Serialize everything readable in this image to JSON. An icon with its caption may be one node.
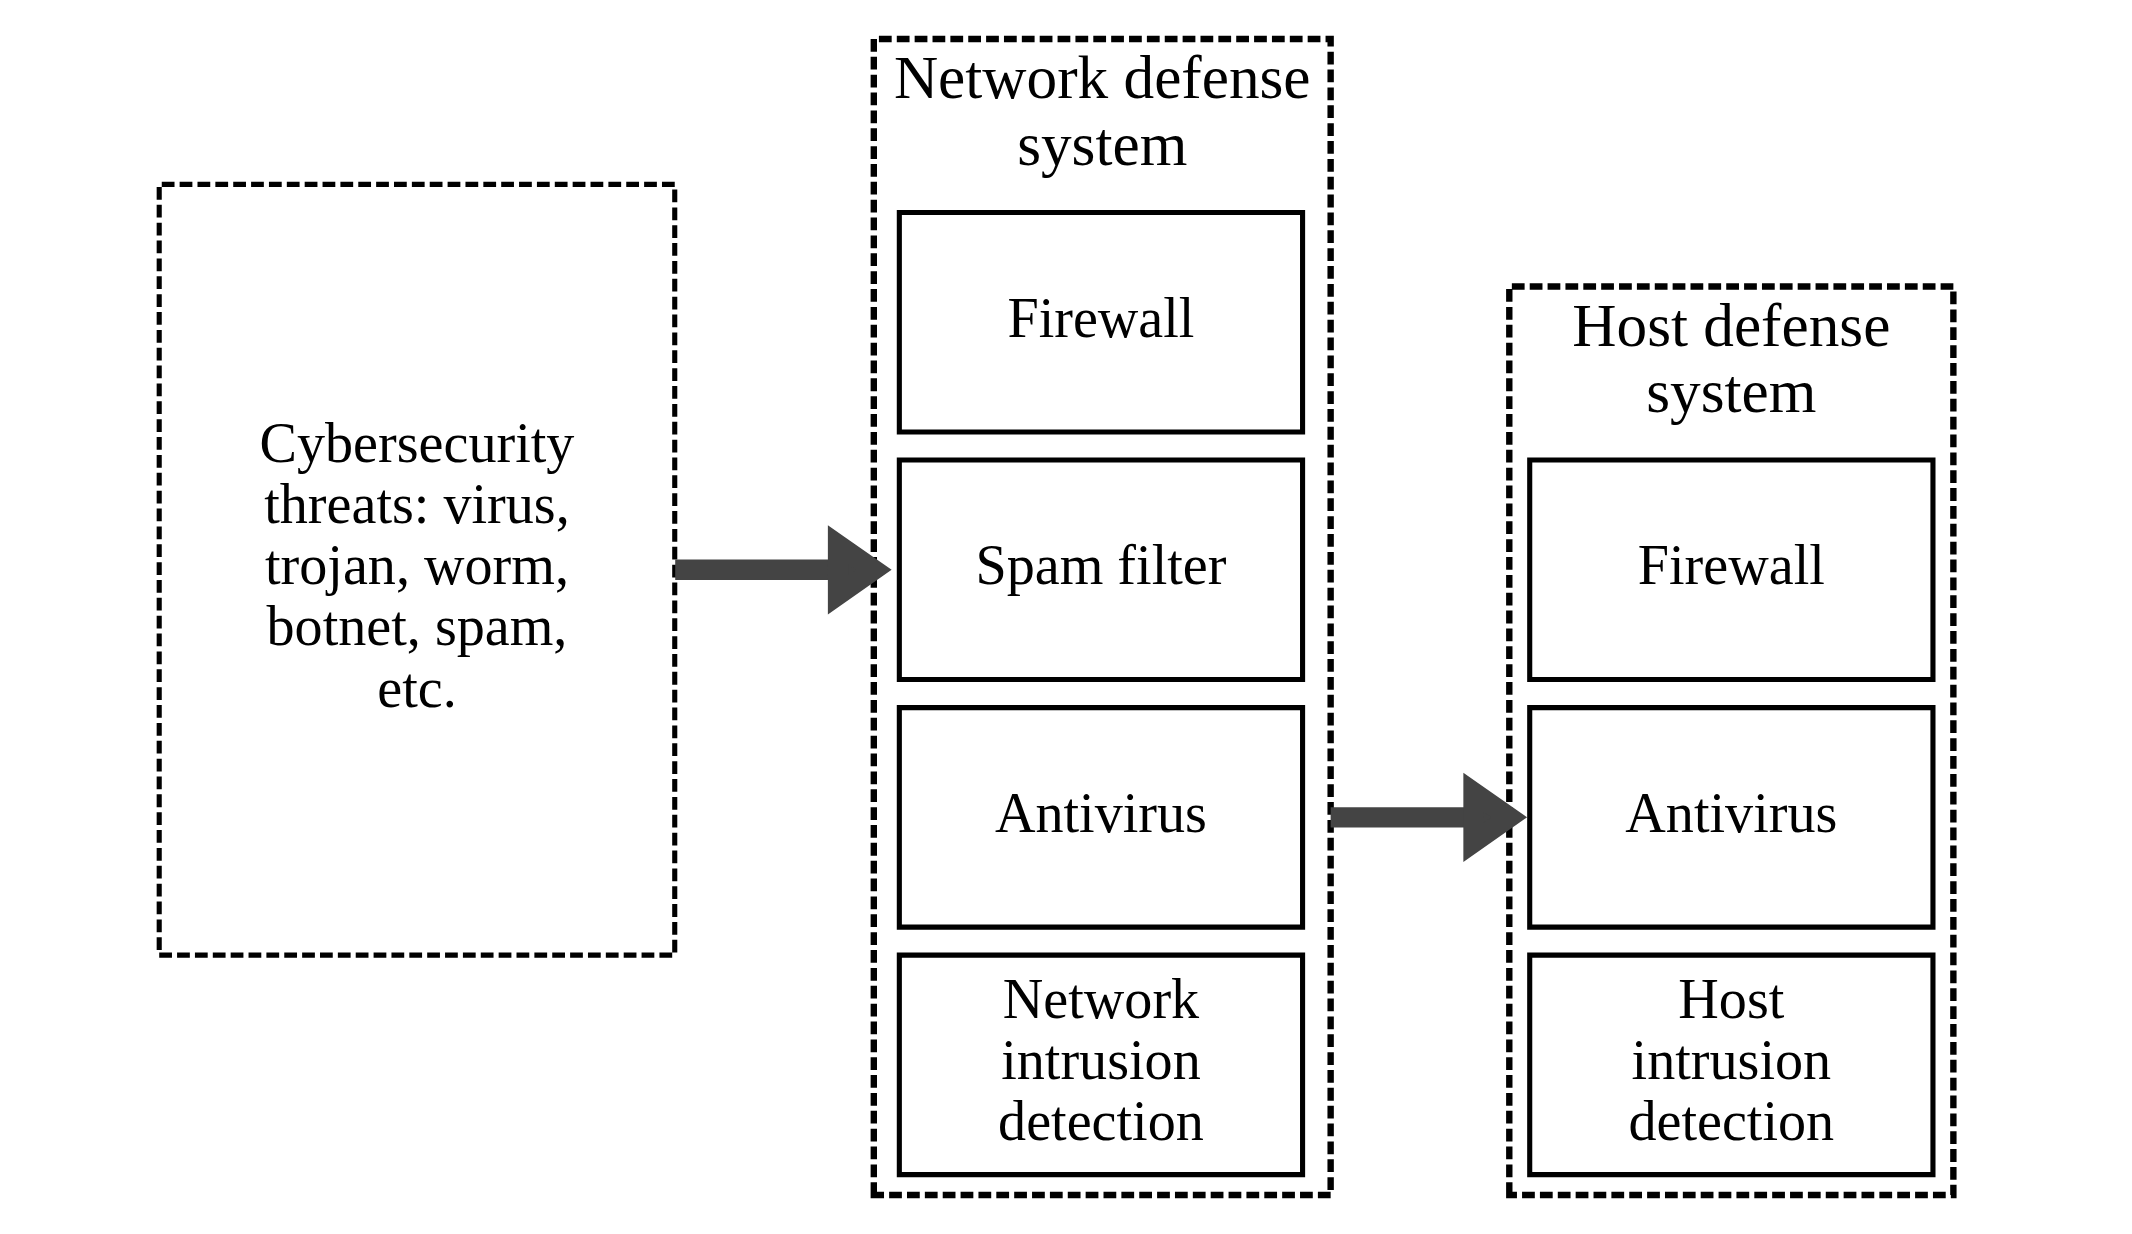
{
  "diagram": {
    "nodes": [
      {
        "text": [
          "Cybersecurity threats: virus, trojan, worm, botnet, spam, etc."
        ]
      },
      {
        "text": [
          "Network defense system"
        ]
      },
      {
        "text": [
          "Firewall"
        ],
        "in": 1
      },
      {
        "text": [
          "Spam filter"
        ],
        "in": 1
      },
      {
        "text": [
          "Antivirus"
        ],
        "in": 1
      },
      {
        "text": [
          "Network intrusion detection"
        ],
        "in": 1
      },
      {
        "text": [
          "Host defense system"
        ]
      },
      {
        "text": [
          "Firewall"
        ],
        "in": 6
      },
      {
        "text": [
          "Antivirus"
        ],
        "in": 6
      },
      {
        "text": [
          "Host intrusion detection"
        ],
        "in": 6
      }
    ],
    "edges": [
      {
        "from": 0,
        "to": 1,
        "arrow": "to"
      },
      {
        "from": 1,
        "to": 6,
        "arrow": "to"
      }
    ]
  }
}
